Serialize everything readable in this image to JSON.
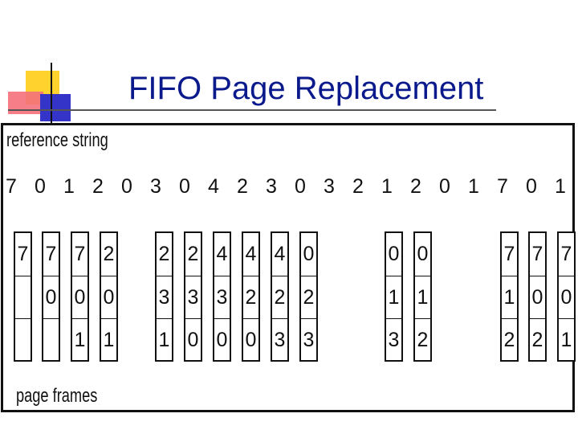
{
  "slide": {
    "title": "FIFO Page Replacement",
    "reference_label": "reference string",
    "frames_label": "page frames"
  },
  "reference_string": [
    "7",
    "0",
    "1",
    "2",
    "0",
    "3",
    "0",
    "4",
    "2",
    "3",
    "0",
    "3",
    "2",
    "1",
    "2",
    "0",
    "1",
    "7",
    "0",
    "1"
  ],
  "frames": [
    [
      "7",
      "",
      ""
    ],
    [
      "7",
      "0",
      ""
    ],
    [
      "7",
      "0",
      "1"
    ],
    [
      "2",
      "0",
      "1"
    ],
    null,
    [
      "2",
      "3",
      "1"
    ],
    [
      "2",
      "3",
      "0"
    ],
    [
      "4",
      "3",
      "0"
    ],
    [
      "4",
      "2",
      "0"
    ],
    [
      "4",
      "2",
      "3"
    ],
    [
      "0",
      "2",
      "3"
    ],
    null,
    null,
    [
      "0",
      "1",
      "3"
    ],
    [
      "0",
      "1",
      "2"
    ],
    null,
    null,
    [
      "7",
      "1",
      "2"
    ],
    [
      "7",
      "0",
      "2"
    ],
    [
      "7",
      "0",
      "1"
    ]
  ]
}
